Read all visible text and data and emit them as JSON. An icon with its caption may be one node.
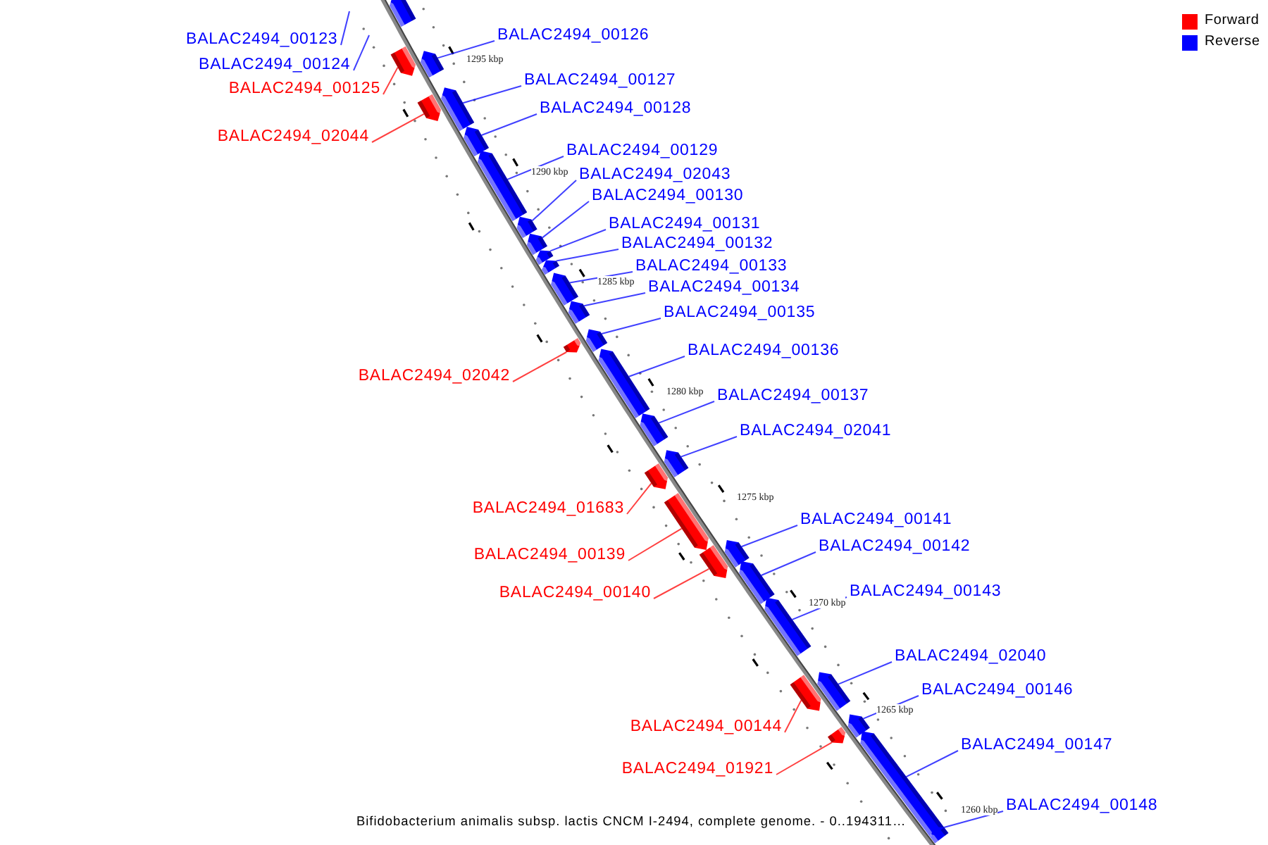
{
  "diagram": {
    "caption": "Bifidobacterium animalis subsp. lactis CNCM I-2494, complete genome. - 0..194311…",
    "nodes": [
      {
        "text": [],
        "shape": "bar"
      },
      {
        "text": [
          "BALAC2494_00123"
        ]
      },
      {
        "text": [
          "BALAC2494_00124"
        ]
      },
      {
        "text": [
          "BALAC2494_00126"
        ]
      },
      {
        "text": [],
        "shape": "bar"
      },
      {
        "text": [
          "BALAC2494_00125"
        ]
      },
      {
        "text": [],
        "shape": "bar"
      },
      {
        "text": [
          "BALAC2494_00127"
        ]
      },
      {
        "text": [],
        "shape": "bar"
      },
      {
        "text": [
          "BALAC2494_02044"
        ]
      },
      {
        "text": [],
        "shape": "bar"
      },
      {
        "text": [
          "BALAC2494_00128"
        ]
      },
      {
        "text": [],
        "shape": "bar"
      },
      {
        "text": [
          "BALAC2494_00129"
        ]
      },
      {
        "text": [],
        "shape": "bar"
      },
      {
        "text": [
          "BALAC2494_02043"
        ]
      },
      {
        "text": [],
        "shape": "bar"
      },
      {
        "text": [
          "BALAC2494_00130"
        ]
      },
      {
        "text": [],
        "shape": "bar"
      },
      {
        "text": [
          "BALAC2494_00131"
        ]
      },
      {
        "text": [],
        "shape": "bar"
      },
      {
        "text": [
          "BALAC2494_00132"
        ]
      },
      {
        "text": [],
        "shape": "bar"
      },
      {
        "text": [
          "BALAC2494_00133"
        ]
      },
      {
        "text": [],
        "shape": "bar"
      },
      {
        "text": [
          "BALAC2494_00134"
        ]
      },
      {
        "text": [],
        "shape": "bar"
      },
      {
        "text": [
          "BALAC2494_00135"
        ]
      },
      {
        "text": [],
        "shape": "bar"
      },
      {
        "text": [
          "BALAC2494_02042"
        ]
      },
      {
        "text": [],
        "shape": "bar"
      },
      {
        "text": [
          "BALAC2494_00136"
        ]
      },
      {
        "text": [],
        "shape": "bar"
      },
      {
        "text": [
          "BALAC2494_00137"
        ]
      },
      {
        "text": [],
        "shape": "bar"
      },
      {
        "text": [
          "BALAC2494_02041"
        ]
      },
      {
        "text": [],
        "shape": "bar"
      },
      {
        "text": [
          "BALAC2494_01683"
        ]
      },
      {
        "text": [],
        "shape": "bar"
      },
      {
        "text": [
          "BALAC2494_00139"
        ]
      },
      {
        "text": [],
        "shape": "bar"
      },
      {
        "text": [
          "BALAC2494_00141"
        ]
      },
      {
        "text": [],
        "shape": "bar"
      },
      {
        "text": [
          "BALAC2494_00142"
        ]
      },
      {
        "text": [],
        "shape": "bar"
      },
      {
        "text": [
          "BALAC2494_00140"
        ]
      },
      {
        "text": [],
        "shape": "bar"
      },
      {
        "text": [
          "BALAC2494_00143"
        ]
      },
      {
        "text": [],
        "shape": "bar"
      },
      {
        "text": [
          "BALAC2494_02040"
        ]
      },
      {
        "text": [],
        "shape": "bar"
      },
      {
        "text": [
          "BALAC2494_00144"
        ]
      },
      {
        "text": [],
        "shape": "bar"
      },
      {
        "text": [
          "BALAC2494_00146"
        ]
      },
      {
        "text": [],
        "shape": "bar"
      },
      {
        "text": [
          "BALAC2494_01921"
        ]
      },
      {
        "text": [],
        "shape": "bar"
      },
      {
        "text": [
          "BALAC2494_00147"
        ]
      },
      {
        "text": [],
        "shape": "bar"
      },
      {
        "text": [
          "BALAC2494_00148"
        ]
      },
      {
        "text": [],
        "shape": "bar"
      }
    ],
    "edges": [
      {
        "from": 1,
        "to": null,
        "arrow": "none"
      },
      {
        "from": 2,
        "to": null,
        "arrow": "none"
      },
      {
        "from": 3,
        "to": 4,
        "arrow": "none"
      },
      {
        "from": 5,
        "to": 6,
        "arrow": "none",
        "color": "#ff0000"
      },
      {
        "from": 7,
        "to": 8,
        "arrow": "none"
      },
      {
        "from": 9,
        "to": 10,
        "arrow": "none",
        "color": "#ff0000"
      },
      {
        "from": 11,
        "to": 12,
        "arrow": "none"
      },
      {
        "from": 13,
        "to": 14,
        "arrow": "none"
      },
      {
        "from": 15,
        "to": 16,
        "arrow": "none"
      },
      {
        "from": 17,
        "to": 18,
        "arrow": "none"
      },
      {
        "from": 19,
        "to": 20,
        "arrow": "none"
      },
      {
        "from": 21,
        "to": 22,
        "arrow": "none"
      },
      {
        "from": 23,
        "to": 24,
        "arrow": "none"
      },
      {
        "from": 25,
        "to": 26,
        "arrow": "none"
      },
      {
        "from": 27,
        "to": 28,
        "arrow": "none"
      },
      {
        "from": 29,
        "to": 30,
        "arrow": "none",
        "color": "#ff0000"
      },
      {
        "from": 31,
        "to": 32,
        "arrow": "none"
      },
      {
        "from": 33,
        "to": 34,
        "arrow": "none"
      },
      {
        "from": 35,
        "to": 36,
        "arrow": "none"
      },
      {
        "from": 37,
        "to": 38,
        "arrow": "none",
        "color": "#ff0000"
      },
      {
        "from": 39,
        "to": 40,
        "arrow": "none",
        "color": "#ff0000"
      },
      {
        "from": 41,
        "to": 42,
        "arrow": "none"
      },
      {
        "from": 43,
        "to": 44,
        "arrow": "none"
      },
      {
        "from": 45,
        "to": 46,
        "arrow": "none",
        "color": "#ff0000"
      },
      {
        "from": 47,
        "to": 48,
        "arrow": "none"
      },
      {
        "from": 49,
        "to": 50,
        "arrow": "none"
      },
      {
        "from": 51,
        "to": 52,
        "arrow": "none",
        "color": "#ff0000"
      },
      {
        "from": 53,
        "to": 54,
        "arrow": "none"
      },
      {
        "from": 55,
        "to": 56,
        "arrow": "none",
        "color": "#ff0000"
      },
      {
        "from": 57,
        "to": 58,
        "arrow": "none"
      },
      {
        "from": 59,
        "to": 60,
        "arrow": "none"
      }
    ],
    "labels": [
      "1295 kbp",
      "1290 kbp",
      "1285 kbp",
      "1280 kbp",
      "1275 kbp",
      "1270 kbp",
      "1265 kbp",
      "1260 kbp"
    ],
    "legend": [
      {
        "text": "Forward",
        "color": "#ff0000"
      },
      {
        "text": "Reverse",
        "color": "#0000ff"
      }
    ]
  }
}
